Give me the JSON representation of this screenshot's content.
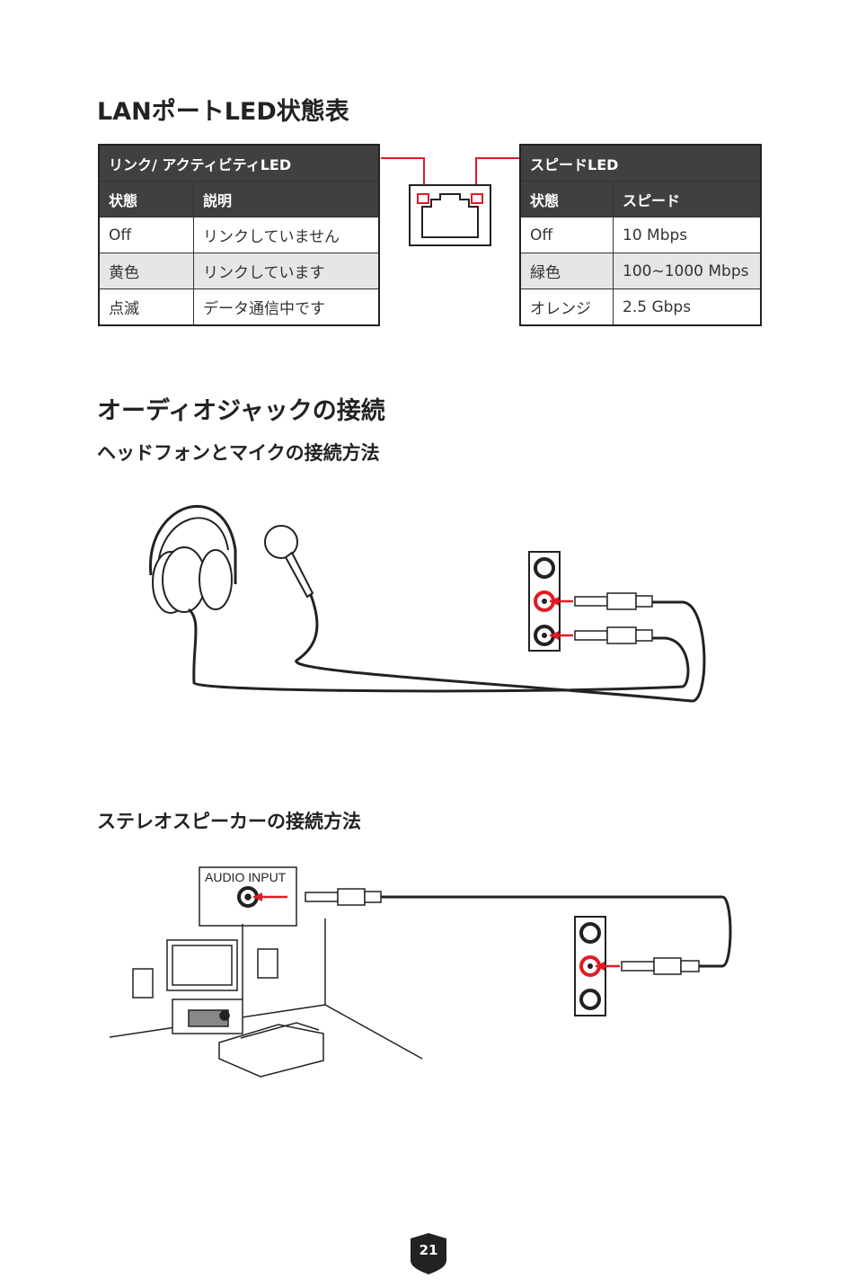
{
  "lan_section": {
    "title": "LANポートLED状態表",
    "link_table": {
      "header": "リンク/ アクティビティLED",
      "col_state": "状態",
      "col_desc": "説明",
      "rows": [
        {
          "state": "Off",
          "desc": "リンクしていません"
        },
        {
          "state": "黄色",
          "desc": "リンクしています"
        },
        {
          "state": "点滅",
          "desc": "データ通信中です"
        }
      ]
    },
    "speed_table": {
      "header": "スピードLED",
      "col_state": "状態",
      "col_speed": "スピード",
      "rows": [
        {
          "state": "Off",
          "speed": "10 Mbps"
        },
        {
          "state": "緑色",
          "speed": "100~1000 Mbps"
        },
        {
          "state": "オレンジ",
          "speed": "2.5 Gbps"
        }
      ]
    }
  },
  "audio_section": {
    "title": "オーディオジャックの接続",
    "headphone_title": "ヘッドフォンとマイクの接続方法",
    "speaker_title": "ステレオスピーカーの接続方法",
    "audio_input_label": "AUDIO INPUT"
  },
  "page_number": "21",
  "colors": {
    "accent_red": "#e21b23",
    "header_dark": "#404040",
    "row_shade": "#e6e6e6"
  }
}
